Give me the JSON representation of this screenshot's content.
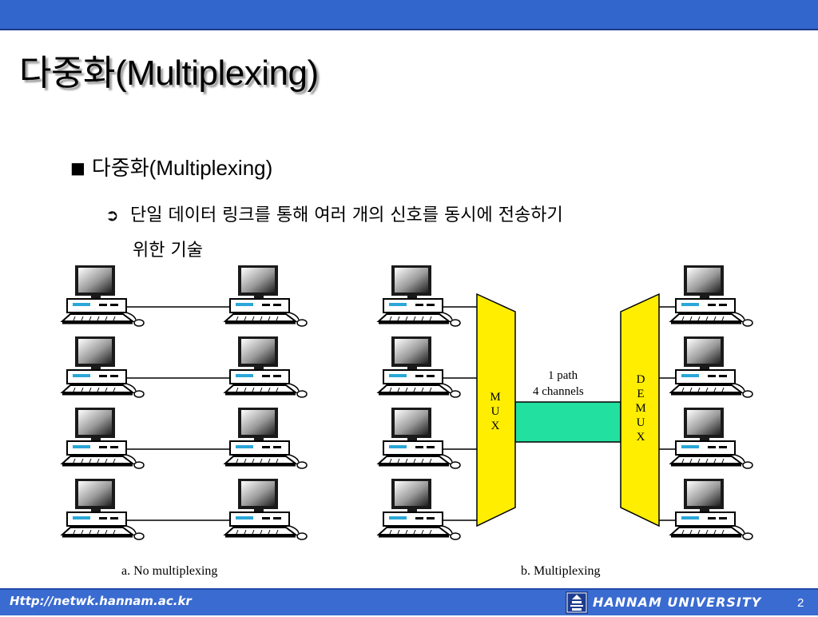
{
  "slide": {
    "title_ko": "다중화",
    "title_en": "(Multiplexing)",
    "bullet_marker": "■",
    "bullet_ko": "다중화",
    "bullet_en": "(Multiplexing)",
    "sub_marker": "➲",
    "sub_line1": "단일 데이터 링크를 통해 여러 개의 신호를 동시에 전송하기",
    "sub_line2": "위한 기술"
  },
  "figure": {
    "caption_a": "a. No multiplexing",
    "caption_b": "b. Multiplexing",
    "mux_label": "M U X",
    "demux_label": "D E M U X",
    "link_label_1": "1 path",
    "link_label_2": "4 channels",
    "computers_per_side": 4,
    "colors": {
      "mux": "#ffee00",
      "link": "#22e0a0",
      "screen_light": "#ffffff",
      "screen_dark": "#2a2a2a"
    }
  },
  "footer": {
    "url": "Http://netwk.hannam.ac.kr",
    "university": "HANNAM  UNIVERSITY",
    "page_number": "2",
    "logo_icon": "hannam-logo-icon"
  }
}
